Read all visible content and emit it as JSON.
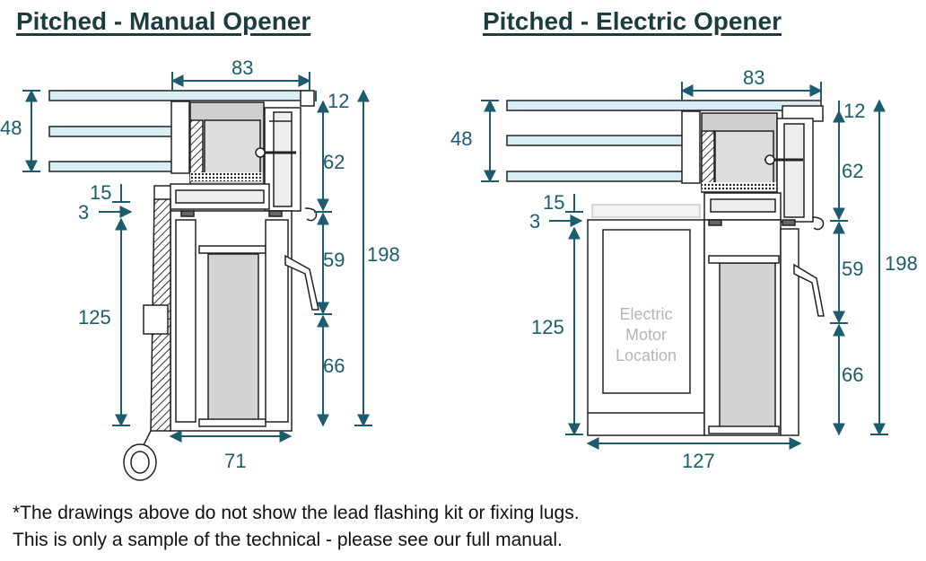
{
  "titles": {
    "left": "Pitched - Manual Opener",
    "right": "Pitched - Electric Opener"
  },
  "left_dims": {
    "top_width": "83",
    "glass_height": "48",
    "glass_thickness": "12",
    "upper_frame": "62",
    "total_height": "198",
    "gap": "15",
    "offset": "3",
    "sash_height": "125",
    "mid_frame": "59",
    "lower_frame": "66",
    "base_width": "71"
  },
  "right_dims": {
    "top_width": "83",
    "glass_height": "48",
    "glass_thickness": "12",
    "upper_frame": "62",
    "total_height": "198",
    "gap": "15",
    "offset": "3",
    "sash_height": "125",
    "mid_frame": "59",
    "lower_frame": "66",
    "base_width": "127"
  },
  "motor_label": [
    "Electric",
    "Motor",
    "Location"
  ],
  "notes": [
    "*The drawings above do not show the lead flashing kit or fixing lugs.",
    "This is only a sample of the technical - please see our full manual."
  ],
  "colors": {
    "dimension": "#1c5c6c",
    "glass": "#d9eef4",
    "profile_fill": "#cfcfcf",
    "title": "#1c3c3e"
  }
}
